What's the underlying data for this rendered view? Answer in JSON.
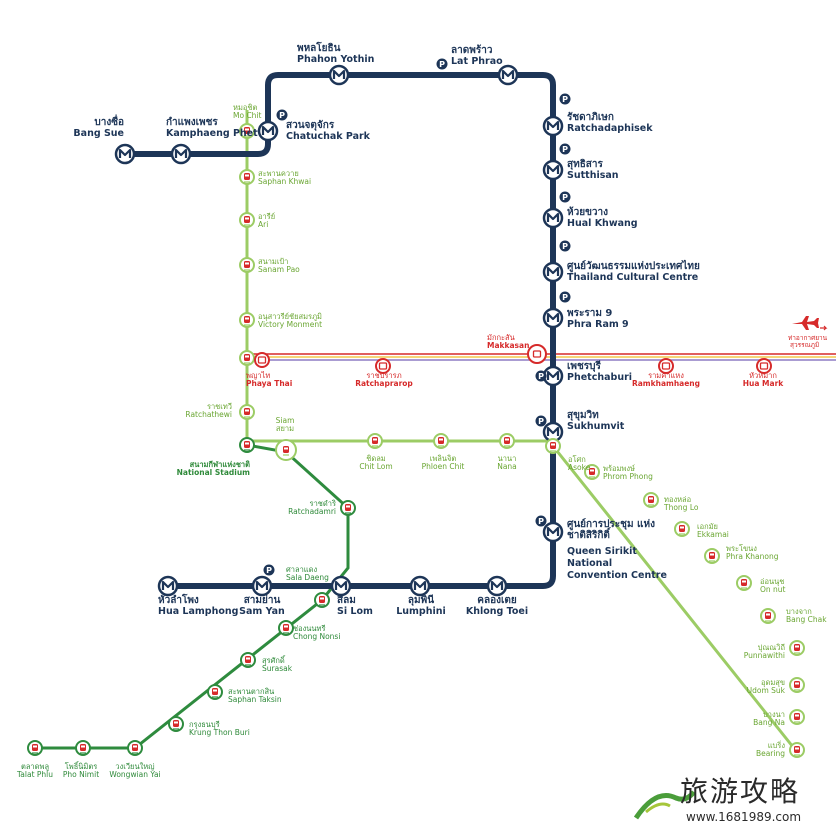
{
  "colors": {
    "mrt": "#1d3557",
    "bts_sukhumvit": "#9ccc65",
    "bts_silom": "#2e8b3e",
    "arl": "#d62a2a",
    "srt": "#8e7cc3",
    "yellow": "#f2c94c"
  },
  "icons": {
    "mrt": "metro-m-icon",
    "bts": "bts-train-icon",
    "arl": "airport-rail-icon",
    "parking": "parking-p-icon",
    "plane": "airplane-icon"
  },
  "mrt_stations": [
    {
      "th": "บางซื่อ",
      "en": "Bang Sue"
    },
    {
      "th": "กำแพงเพชร",
      "en": "Kamphaeng Phet"
    },
    {
      "th": "สวนจตุจักร",
      "en": "Chatuchak Park"
    },
    {
      "th": "พหลโยธิน",
      "en": "Phahon Yothin"
    },
    {
      "th": "ลาดพร้าว",
      "en": "Lat Phrao"
    },
    {
      "th": "รัชดาภิเษก",
      "en": "Ratchadaphisek"
    },
    {
      "th": "สุทธิสาร",
      "en": "Sutthisan"
    },
    {
      "th": "ห้วยขวาง",
      "en": "Hual Khwang"
    },
    {
      "th": "ศูนย์วัฒนธรรมแห่งประเทศไทย",
      "en": "Thailand Cultural Centre"
    },
    {
      "th": "พระราม 9",
      "en": "Phra Ram 9"
    },
    {
      "th": "เพชรบุรี",
      "en": "Phetchaburi"
    },
    {
      "th": "สุขุมวิท",
      "en": "Sukhumvit"
    },
    {
      "th": "ศูนย์การประชุม แห่งชาติสิริกิติ์",
      "en": "Queen Sirikit National Convention Centre"
    },
    {
      "th": "คลองเตย",
      "en": "Khlong Toei"
    },
    {
      "th": "ลุมพินี",
      "en": "Lumphini"
    },
    {
      "th": "สีลม",
      "en": "Si Lom"
    },
    {
      "th": "สามย่าน",
      "en": "Sam Yan"
    },
    {
      "th": "หัวลำโพง",
      "en": "Hua Lamphong"
    }
  ],
  "bts_sukhumvit_north": [
    {
      "th": "หมอชิต",
      "en": "Mo Chit"
    },
    {
      "th": "สะพานควาย",
      "en": "Saphan Khwai"
    },
    {
      "th": "อารีย์",
      "en": "Ari"
    },
    {
      "th": "สนามเป้า",
      "en": "Sanam Pao"
    },
    {
      "th": "อนุสาวรีย์ชัยสมรภูมิ",
      "en": "Victory Monment"
    },
    {
      "th": "พญาไท",
      "en": "Phaya Thai"
    },
    {
      "th": "ราชเทวี",
      "en": "Ratchathewi"
    },
    {
      "th": "Siam",
      "en": "สยาม"
    }
  ],
  "bts_sukhumvit_east": [
    {
      "th": "ชิดลม",
      "en": "Chit Lom"
    },
    {
      "th": "เพลินจิต",
      "en": "Phloen Chit"
    },
    {
      "th": "นานา",
      "en": "Nana"
    },
    {
      "th": "อโศก",
      "en": "Asoke"
    },
    {
      "th": "พร้อมพงษ์",
      "en": "Phrom Phong"
    },
    {
      "th": "ทองหล่อ",
      "en": "Thong Lo"
    },
    {
      "th": "เอกมัย",
      "en": "Ekkamai"
    },
    {
      "th": "พระโขนง",
      "en": "Phra Khanong"
    },
    {
      "th": "อ่อนนุช",
      "en": "On nut"
    },
    {
      "th": "บางจาก",
      "en": "Bang Chak"
    },
    {
      "th": "ปุณณวิถี",
      "en": "Punnawithi"
    },
    {
      "th": "อุดมสุข",
      "en": "Udom Suk"
    },
    {
      "th": "บางนา",
      "en": "Bang Na"
    },
    {
      "th": "แบริ่ง",
      "en": "Bearing"
    }
  ],
  "bts_silom": [
    {
      "th": "สนามกีฬาแห่งชาติ",
      "en": "National Stadium"
    },
    {
      "th": "ราชดำริ",
      "en": "Ratchadamri"
    },
    {
      "th": "ศาลาแดง",
      "en": "Sala Daeng"
    },
    {
      "th": "ช่องนนทรี",
      "en": "Chong Nonsi"
    },
    {
      "th": "สุรศักดิ์",
      "en": "Surasak"
    },
    {
      "th": "สะพานตากสิน",
      "en": "Saphan Taksin"
    },
    {
      "th": "กรุงธนบุรี",
      "en": "Krung Thon Buri"
    },
    {
      "th": "วงเวียนใหญ่",
      "en": "Wongwian Yai"
    },
    {
      "th": "โพธิ์นิมิตร",
      "en": "Pho Nimit"
    },
    {
      "th": "ตลาดพลู",
      "en": "Talat Phlu"
    }
  ],
  "arl_stations": [
    {
      "th": "มักกะสัน",
      "en": "Makkasan"
    },
    {
      "th": "ราชปรารภ",
      "en": "Ratchaprarop"
    },
    {
      "th": "รามคำแหง",
      "en": "Ramkhamhaeng"
    },
    {
      "th": "หัวหมาก",
      "en": "Hua Mark"
    }
  ],
  "airport": {
    "th1": "ท่าอากาศยาน",
    "th2": "สุวรรณภูมิ"
  },
  "watermark": {
    "title": "旅游攻略",
    "url": "www.1681989.com"
  }
}
